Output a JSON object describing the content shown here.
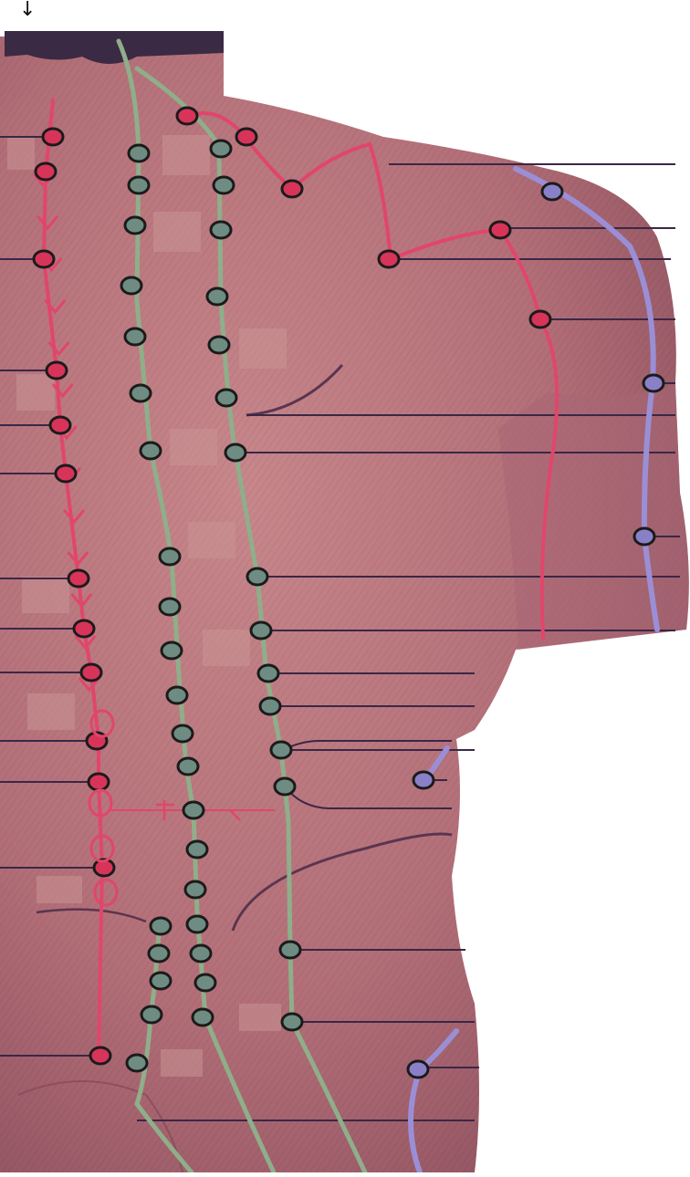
{
  "figure": {
    "kind": "anatomical acupuncture chart (back view, unlabeled)",
    "arrow_glyph": "↓",
    "colors": {
      "background": "#ffffff",
      "skin": "#b9767c",
      "skin_dark": "#8e4f5b",
      "hair": "#3b2a44",
      "governing_meridian": "#e0466b",
      "bladder_meridian": "#8fae8a",
      "small_intestine_meridian": "#e0466b",
      "gallbladder_meridian": "#9a8fd6",
      "point_fill_green": "#6f8c82",
      "point_fill_red": "#d8345a",
      "point_fill_purple": "#8a80c8",
      "leader_line": "#3a2746",
      "label_patch": "#c99393"
    },
    "regions": [
      "neck",
      "shoulder",
      "upper-arm",
      "upper-back",
      "lower-back",
      "buttock",
      "side-torso"
    ]
  }
}
